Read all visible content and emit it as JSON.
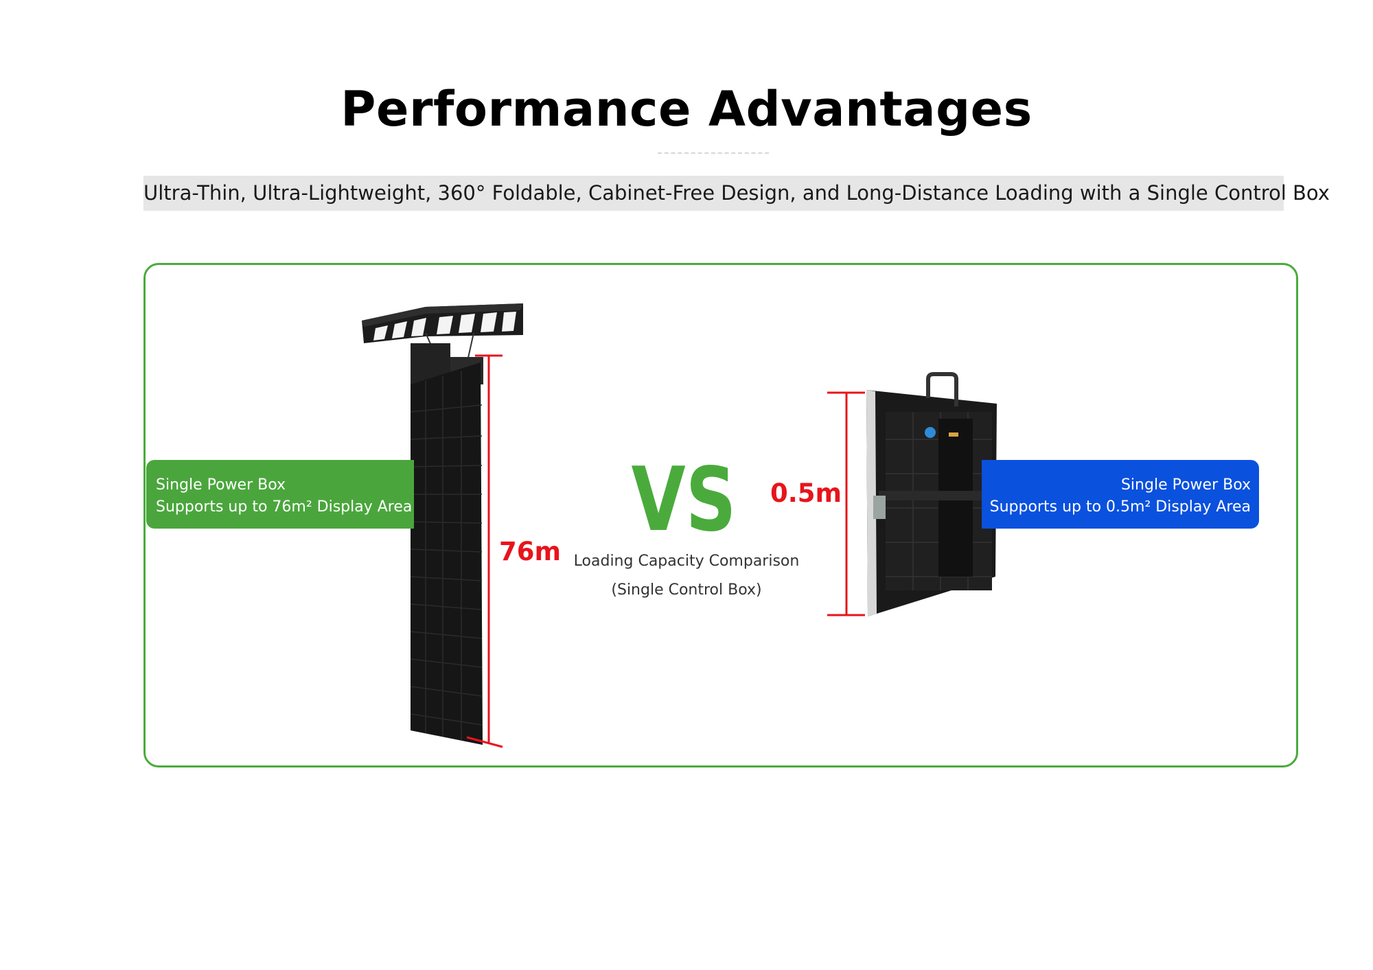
{
  "header": {
    "title": "Performance Advantages",
    "subtitle": "Ultra-Thin, Ultra-Lightweight, 360° Foldable, Cabinet-Free Design, and Long-Distance Loading with a Single Control Box"
  },
  "comparison": {
    "left": {
      "line1": "Single Power Box",
      "line2": "Supports up to 76m² Display Area",
      "dimension": "76m",
      "color": "#4aa63c"
    },
    "right": {
      "line1": "Single Power Box",
      "line2": "Supports up to 0.5m² Display Area",
      "dimension": "0.5m",
      "color": "#0a51de"
    },
    "vs_label": "VS",
    "caption_line1": "Loading Capacity Comparison",
    "caption_line2": "(Single Control Box)"
  },
  "colors": {
    "accent_green": "#4aab3c",
    "accent_blue": "#0a51de",
    "dimension_red": "#e8141b"
  }
}
